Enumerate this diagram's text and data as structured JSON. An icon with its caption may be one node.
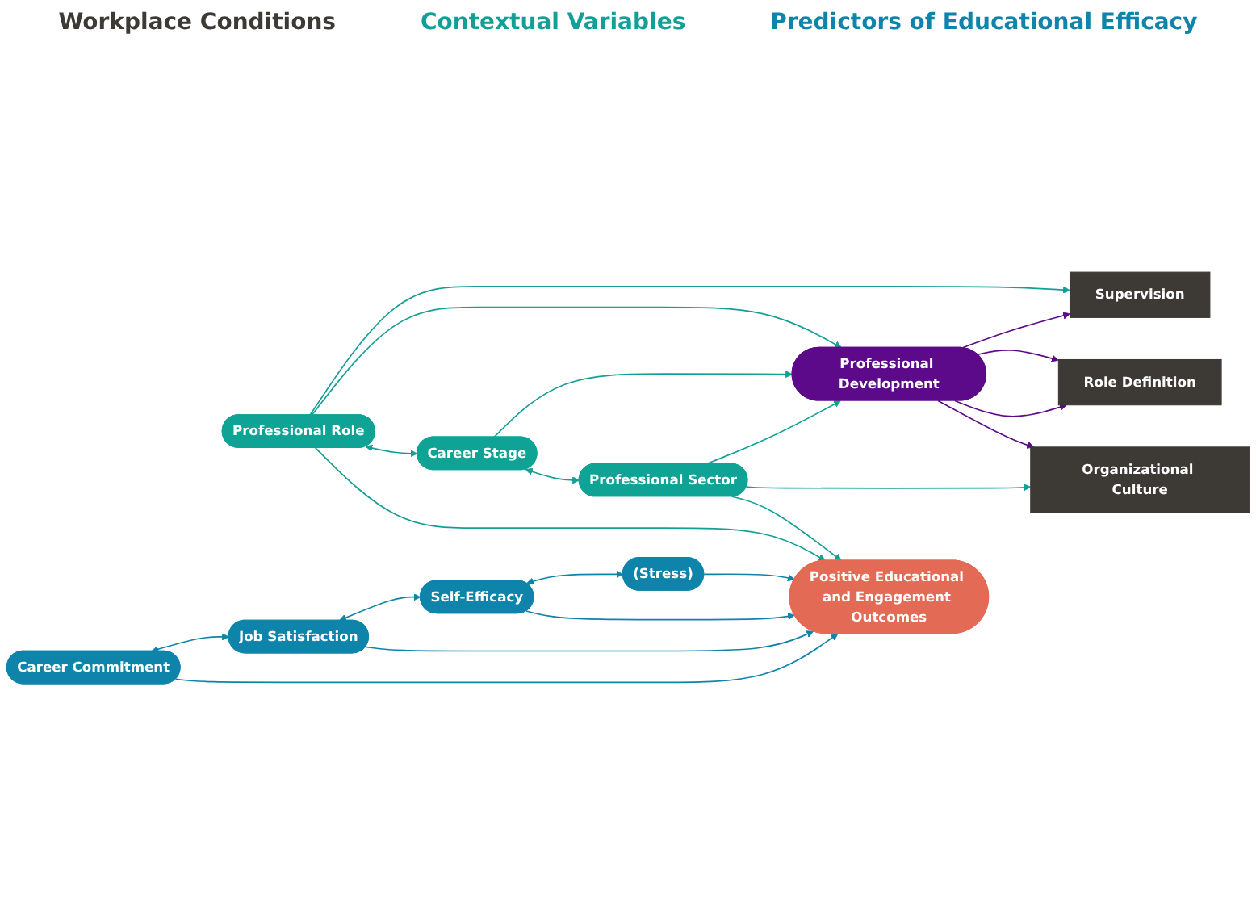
{
  "diagram": {
    "nodes": [
      {
        "text": [
          "Professional Role"
        ]
      },
      {
        "text": [
          "Career Stage"
        ]
      },
      {
        "text": [
          "Professional Sector"
        ]
      },
      {
        "text": [
          "Professional Development"
        ]
      },
      {
        "text": [
          "Supervision"
        ]
      },
      {
        "text": [
          "Role Definition"
        ]
      },
      {
        "text": [
          "Organizational Culture"
        ]
      },
      {
        "text": [
          "Career Commitment"
        ]
      },
      {
        "text": [
          "Job Satisfaction"
        ]
      },
      {
        "text": [
          "Self-Efficacy"
        ]
      },
      {
        "text": [
          "(Stress)"
        ]
      },
      {
        "text": [
          "Positive Educational and Engagement Outcomes"
        ]
      }
    ],
    "edges": [
      {
        "from": 0,
        "to": 4,
        "arrow": "to"
      },
      {
        "from": 0,
        "to": 3,
        "arrow": "to"
      },
      {
        "from": 0,
        "to": 1,
        "arrow": "both"
      },
      {
        "from": 1,
        "to": 3,
        "arrow": "to"
      },
      {
        "from": 1,
        "to": 2,
        "arrow": "both"
      },
      {
        "from": 2,
        "to": 3,
        "arrow": "to"
      },
      {
        "from": 2,
        "to": 6,
        "arrow": "to"
      },
      {
        "from": 0,
        "to": 11,
        "arrow": "to"
      },
      {
        "from": 2,
        "to": 11,
        "arrow": "to"
      },
      {
        "from": 3,
        "to": 4,
        "arrow": "to",
        "color": "#5c0a8a"
      },
      {
        "from": 3,
        "to": 5,
        "arrow": "to",
        "color": "#5c0a8a"
      },
      {
        "from": 3,
        "to": 5,
        "arrow": "to",
        "color": "#5c0a8a"
      },
      {
        "from": 3,
        "to": 6,
        "arrow": "to",
        "color": "#5c0a8a"
      },
      {
        "from": 7,
        "to": 8,
        "arrow": "both",
        "color": "#0f84ab"
      },
      {
        "from": 8,
        "to": 9,
        "arrow": "both",
        "color": "#0f84ab"
      },
      {
        "from": 9,
        "to": 10,
        "arrow": "both",
        "color": "#0f84ab"
      },
      {
        "from": 7,
        "to": 11,
        "arrow": "to",
        "color": "#0f84ab"
      },
      {
        "from": 8,
        "to": 11,
        "arrow": "to",
        "color": "#0f84ab"
      },
      {
        "from": 9,
        "to": 11,
        "arrow": "to",
        "color": "#0f84ab"
      },
      {
        "from": 10,
        "to": 11,
        "arrow": "to",
        "color": "#0f84ab"
      }
    ],
    "labels": [
      "Workplace Conditions",
      "Contextual Variables",
      "Predictors of Educational Efficacy"
    ]
  }
}
